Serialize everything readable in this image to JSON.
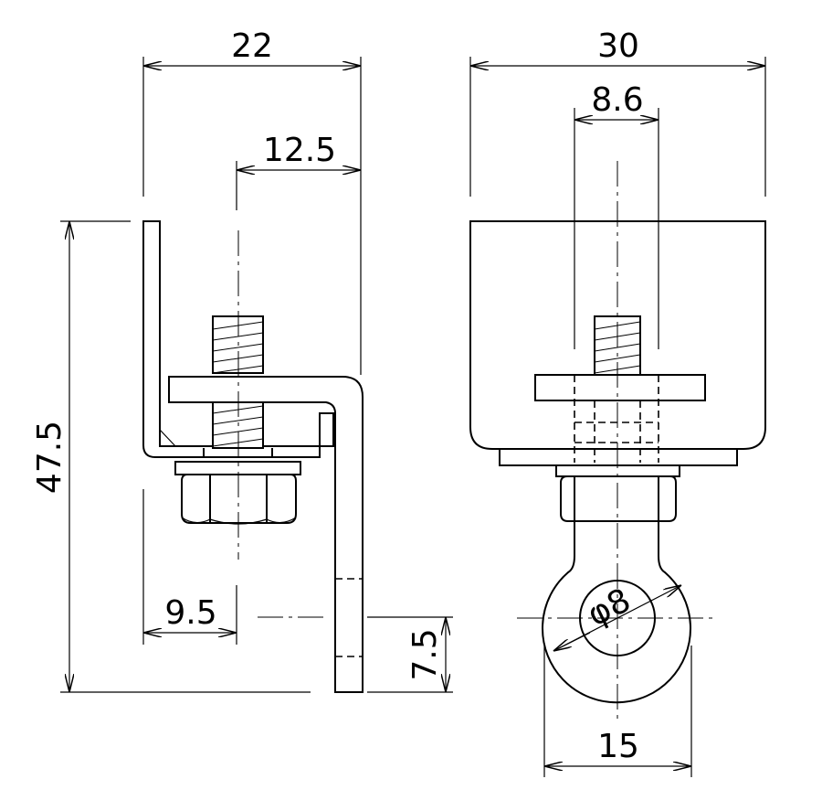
{
  "drawing": {
    "side_view": {
      "dims": {
        "overall_width": "22",
        "bolt_offset": "12.5",
        "height": "47.5",
        "bolt_from_left": "9.5",
        "tab_height": "7.5"
      }
    },
    "front_view": {
      "dims": {
        "overall_width": "30",
        "bolt_width": "8.6",
        "hole_diameter": "φ8",
        "eye_width": "15"
      }
    }
  }
}
